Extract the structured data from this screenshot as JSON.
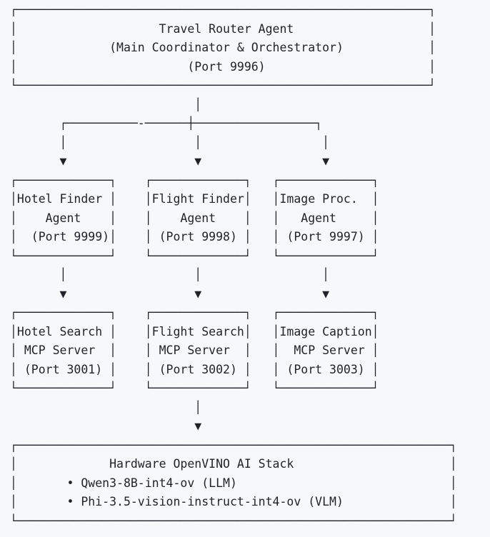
{
  "colors": {
    "background": "#f6f8fa",
    "text": "#1f2328"
  },
  "architecture": {
    "router": {
      "name": "Travel Router Agent",
      "role": "(Main Coordinator & Orchestrator)",
      "port": "(Port 9996)"
    },
    "agents": [
      {
        "name": "Hotel Finder Agent",
        "port": "(Port 9999)"
      },
      {
        "name": "Flight Finder Agent",
        "port": "(Port 9998)"
      },
      {
        "name": "Image Proc. Agent",
        "port": "(Port 9997)"
      }
    ],
    "mcp_servers": [
      {
        "name": "Hotel Search MCP Server",
        "port": "(Port 3001)"
      },
      {
        "name": "Flight Search MCP Server",
        "port": "(Port 3002)"
      },
      {
        "name": "Image Caption MCP Server",
        "port": "(Port 3003)"
      }
    ],
    "hardware": {
      "name": "Hardware OpenVINO AI Stack",
      "models": [
        "Qwen3-8B-int4-ov (LLM)",
        "Phi-3.5-vision-instruct-int4-ov (VLM)"
      ]
    },
    "edges": [
      "router -> hotel-finder-agent",
      "router -> flight-finder-agent",
      "router -> image-proc-agent",
      "hotel-finder-agent -> hotel-search-mcp",
      "flight-finder-agent -> flight-search-mcp",
      "image-proc-agent -> image-caption-mcp",
      "mcp-servers -> hardware-openvino-ai-stack"
    ]
  },
  "diagram": {
    "lines": [
      "┌──────────────────────────────────────────────────────────┐",
      "│                    Travel Router Agent                   │",
      "│             (Main Coordinator & Orchestrator)            │",
      "│                        (Port 9996)                       │",
      "└──────────────────────────────────────────────────────────┘",
      "                          │",
      "       ┌──────────-──────┼─────────────────┐",
      "       │                  │                 │",
      "       ▼                  ▼                 ▼",
      "┌─────────────┐    ┌─────────────┐   ┌─────────────┐",
      "│Hotel Finder │    │Flight Finder│   │Image Proc.  │",
      "│    Agent    │    │    Agent    │   │   Agent     │",
      "│  (Port 9999)│    │ (Port 9998) │   │ (Port 9997) │",
      "└─────────────┘    └─────────────┘   └─────────────┘",
      "       │                  │                 │",
      "       ▼                  ▼                 ▼",
      "┌─────────────┐    ┌─────────────┐   ┌─────────────┐",
      "│Hotel Search │    │Flight Search│   │Image Caption│",
      "│ MCP Server  │    │ MCP Server  │   │  MCP Server │",
      "│ (Port 3001) │    │ (Port 3002) │   │ (Port 3003) │",
      "└─────────────┘    └─────────────┘   └─────────────┘",
      "                          │",
      "                          ▼",
      "┌─────────────────────────────────────────────────────────────┐",
      "│             Hardware OpenVINO AI Stack                      │",
      "│       • Qwen3-8B-int4-ov (LLM)                              │",
      "│       • Phi-3.5-vision-instruct-int4-ov (VLM)               │",
      "└─────────────────────────────────────────────────────────────┘"
    ]
  }
}
